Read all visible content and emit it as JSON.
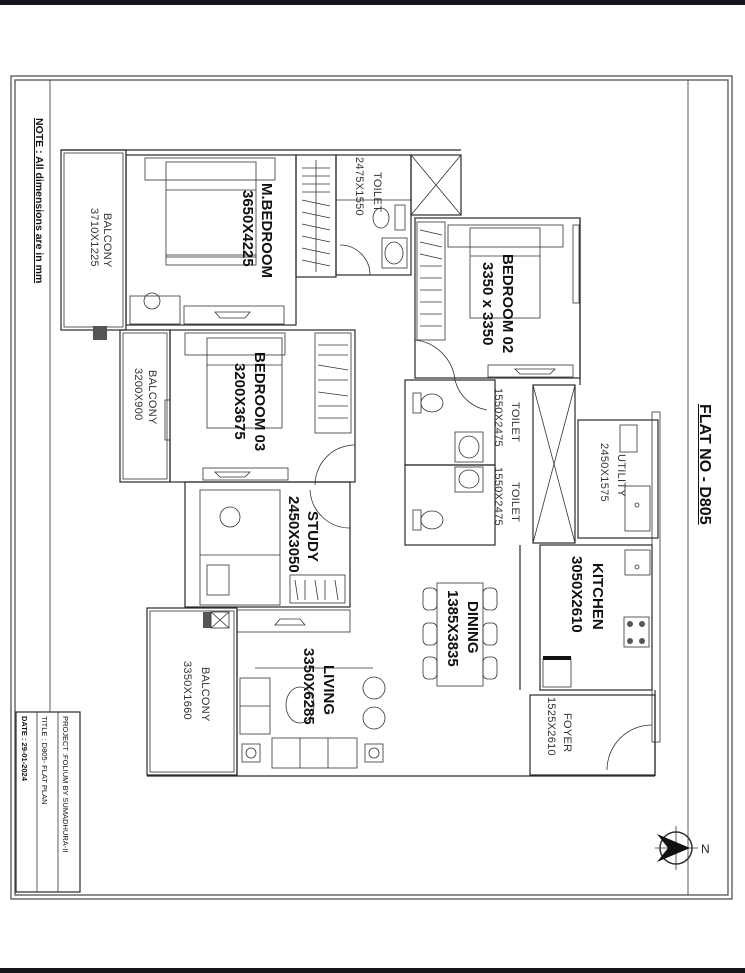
{
  "flat_title": "FLAT NO - D805",
  "note": "NOTE : All dimensions are in mm",
  "title_block": {
    "project": "PROJECT :FOLIUM BY SUMADHURA-II",
    "title": "TITLE : D805- FLAT PLAN",
    "date": "DATE : 29-01-2024"
  },
  "rooms": {
    "master_bedroom": {
      "name": "M.BEDROOM",
      "size": "3650X4225"
    },
    "toilet_master": {
      "name": "TOILET",
      "size": "2475X1550"
    },
    "balcony_master": {
      "name": "BALCONY",
      "size": "3710X1225"
    },
    "bedroom_02": {
      "name": "BEDROOM 02",
      "size": "3350 x 3350"
    },
    "bedroom_03": {
      "name": "BEDROOM 03",
      "size": "3200X3675"
    },
    "balcony_bed3": {
      "name": "BALCONY",
      "size": "3200X900"
    },
    "toilet_1": {
      "name": "TOILET",
      "size": "1550X2475"
    },
    "toilet_2": {
      "name": "TOILET",
      "size": "1550X2475"
    },
    "utility": {
      "name": "UTILITY",
      "size": "2450X1575"
    },
    "study": {
      "name": "STUDY",
      "size": "2450X3050"
    },
    "kitchen": {
      "name": "KITCHEN",
      "size": "3050X2610"
    },
    "dining": {
      "name": "DINING",
      "size": "1385X3835"
    },
    "living": {
      "name": "LIVING",
      "size": "3350X6285"
    },
    "balcony_living": {
      "name": "BALCONY",
      "size": "3350X1660"
    },
    "foyer": {
      "name": "FOYER",
      "size": "1525X2610"
    }
  },
  "compass": {
    "label": "N"
  }
}
